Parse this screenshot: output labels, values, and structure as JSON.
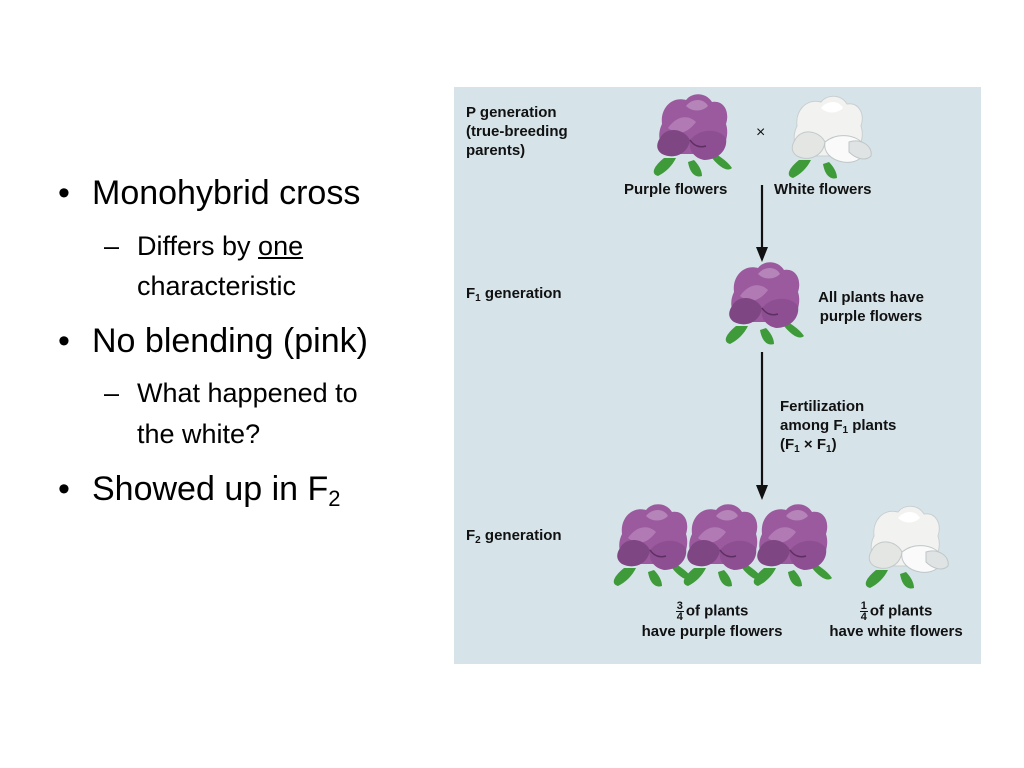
{
  "bullets": [
    {
      "text": "Monohybrid cross"
    },
    {
      "pre": "Differs by ",
      "underlined": "one",
      "line2": "characteristic"
    },
    {
      "text": "No blending (pink)"
    },
    {
      "line1": "What happened to",
      "line2": "the white?"
    },
    {
      "text": "Showed up in F",
      "sub": "2"
    }
  ],
  "bullet_glyph": "•",
  "dash_glyph": "–",
  "diagram": {
    "p_gen": {
      "line1": "P generation",
      "line2": "(true-breeding",
      "line3": "parents)"
    },
    "cross_symbol": "×",
    "purple_label": "Purple flowers",
    "white_label": "White flowers",
    "f1_gen": {
      "pre": "F",
      "sub": "1",
      "post": " generation"
    },
    "f1_result": {
      "line1": "All plants have",
      "line2": "purple flowers"
    },
    "fertilization": {
      "line1": "Fertilization",
      "line2_pre": "among F",
      "line2_sub": "1",
      "line2_post": " plants",
      "line3_a": "(F",
      "line3_sub1": "1",
      "line3_b": " × F",
      "line3_sub2": "1",
      "line3_c": ")"
    },
    "f2_gen": {
      "pre": "F",
      "sub": "2",
      "post": " generation"
    },
    "purple_fraction": {
      "num": "3",
      "den": "4",
      "line1": "of plants",
      "line2": "have purple flowers"
    },
    "white_fraction": {
      "num": "1",
      "den": "4",
      "line1": "of plants",
      "line2": "have white flowers"
    },
    "colors": {
      "background": "#d6e4ea",
      "purple_petal": "#9b5a9e",
      "purple_dark": "#6e3a72",
      "white_petal": "#f2f2f0",
      "white_shade": "#c9cfd0",
      "leaf": "#3f9a3a"
    }
  }
}
